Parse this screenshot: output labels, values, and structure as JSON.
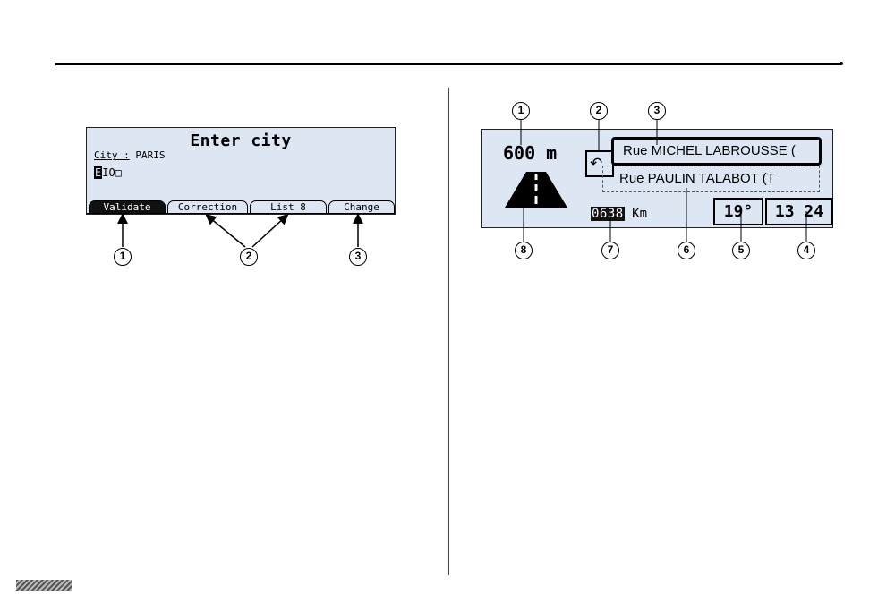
{
  "left_screen": {
    "title": "Enter city",
    "city_label": "City :",
    "city_value": "PARIS",
    "input_cursor": "E",
    "input_text": "IO□",
    "tabs": [
      {
        "label": "Validate",
        "active": true
      },
      {
        "label": "Correction",
        "active": false
      },
      {
        "label": "List 8",
        "active": false
      },
      {
        "label": "Change",
        "active": false
      }
    ]
  },
  "right_screen": {
    "distance": "600 m",
    "turn_icon": "↶",
    "street_primary": "Rue   MICHEL  LABROUSSE  (",
    "street_secondary": "Rue   PAULIN  TALABOT  (T",
    "odometer_digits": "0638",
    "odometer_unit": "Km",
    "temperature": "19°",
    "time": "13 24"
  },
  "callouts_left": [
    "1",
    "2",
    "3"
  ],
  "callouts_right": [
    "1",
    "2",
    "3",
    "4",
    "5",
    "6",
    "7",
    "8"
  ],
  "colors": {
    "screen_bg": "#dde7f4",
    "ink": "#000000"
  }
}
